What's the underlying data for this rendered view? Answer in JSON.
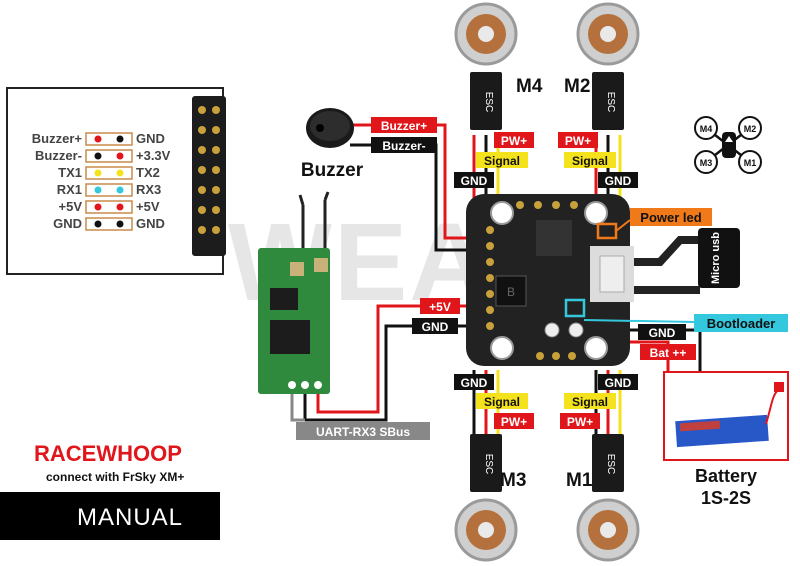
{
  "pinout": {
    "left": [
      "Buzzer+",
      "Buzzer-",
      "TX1",
      "RX1",
      "+5V",
      "GND"
    ],
    "right": [
      "GND",
      "+3.3V",
      "TX2",
      "RX3",
      "+5V",
      "GND"
    ]
  },
  "buzzer": {
    "title": "Buzzer",
    "pos_tag": "Buzzer+",
    "neg_tag": "Buzzer-"
  },
  "receiver": {
    "vcc_tag": "+5V",
    "gnd_tag": "GND",
    "uart_tag": "UART-RX3 SBus"
  },
  "motors": {
    "m1": "M1",
    "m2": "M2",
    "m3": "M3",
    "m4": "M4",
    "esc": "ESC",
    "pw": "PW+",
    "signal": "Signal",
    "gnd": "GND"
  },
  "fc": {
    "power_led": "Power led",
    "micro_usb": "Micro usb",
    "bootloader": "Bootloader",
    "bat_plus": "Bat ++",
    "gnd": "GND",
    "watermark": "WEAE"
  },
  "battery": {
    "title": "Battery",
    "spec": "1S-2S"
  },
  "legend": {
    "m4": "M4",
    "m2": "M2",
    "m3": "M3",
    "m1": "M1"
  },
  "branding": {
    "title": "RACEWHOOP",
    "subtitle": "connect with FrSky XM+",
    "manual": "MANUAL"
  },
  "colors": {
    "red": "#e0161b",
    "yellow": "#f4e21c",
    "black": "#111111",
    "cyan": "#33c8dd",
    "orange": "#f07a1a",
    "pcb": "#222222",
    "receiver_pcb": "#2f8a3d"
  }
}
